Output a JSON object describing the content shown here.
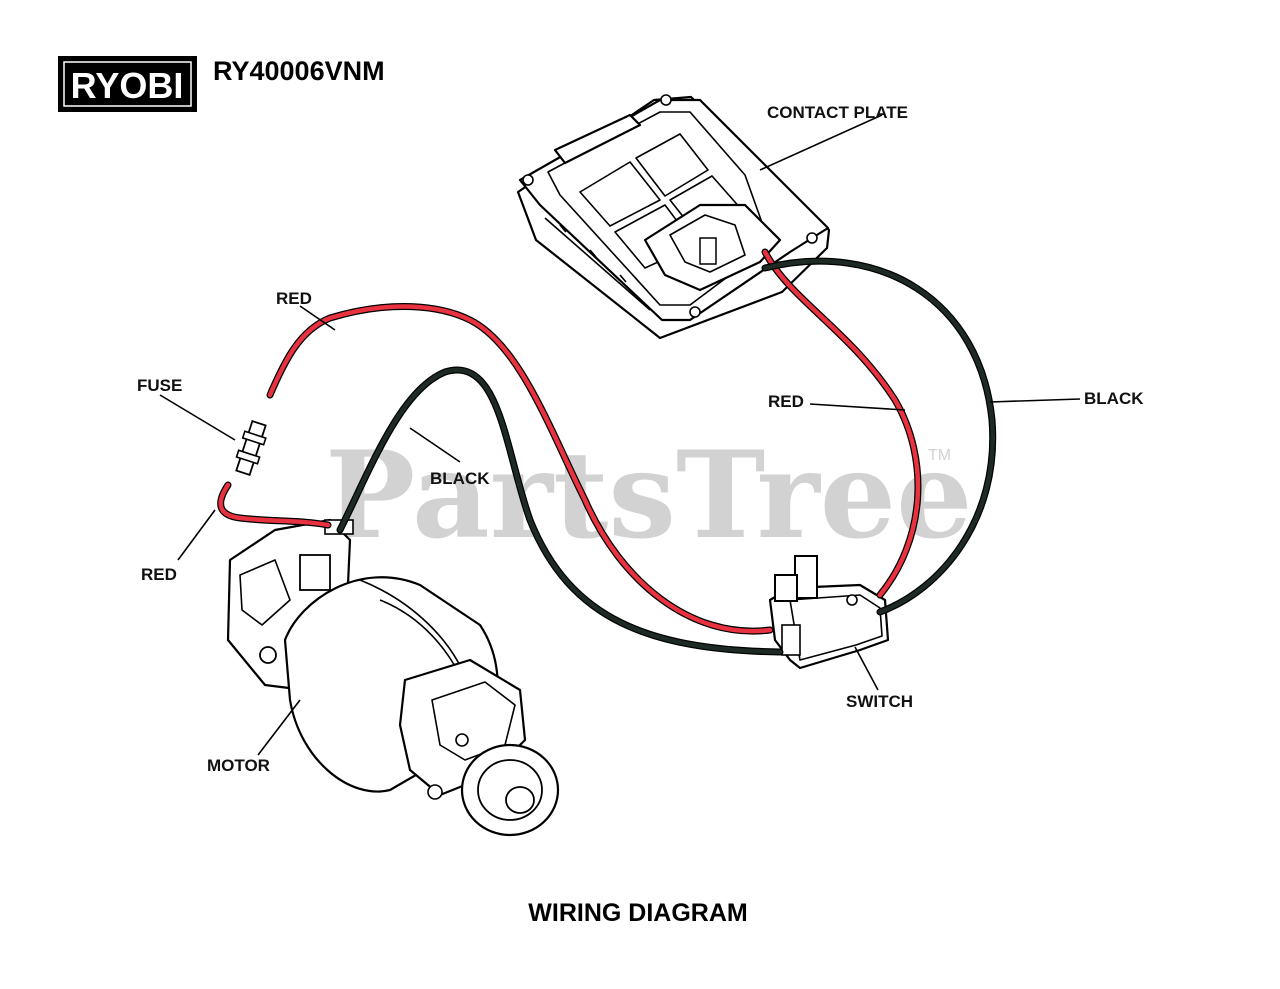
{
  "header": {
    "brand": "RYOBI",
    "model": "RY40006VNM"
  },
  "watermark": {
    "text": "PartsTree",
    "tm": "TM"
  },
  "labels": {
    "contact_plate": "CONTACT PLATE",
    "red_top": "RED",
    "fuse": "FUSE",
    "black_center": "BLACK",
    "red_left": "RED",
    "red_right": "RED",
    "black_right": "BLACK",
    "switch": "SWITCH",
    "motor": "MOTOR"
  },
  "caption": "WIRING DIAGRAM",
  "colors": {
    "red_wire": "#e8323f",
    "black_wire": "#1e2b25",
    "wire_outline": "#000000"
  }
}
